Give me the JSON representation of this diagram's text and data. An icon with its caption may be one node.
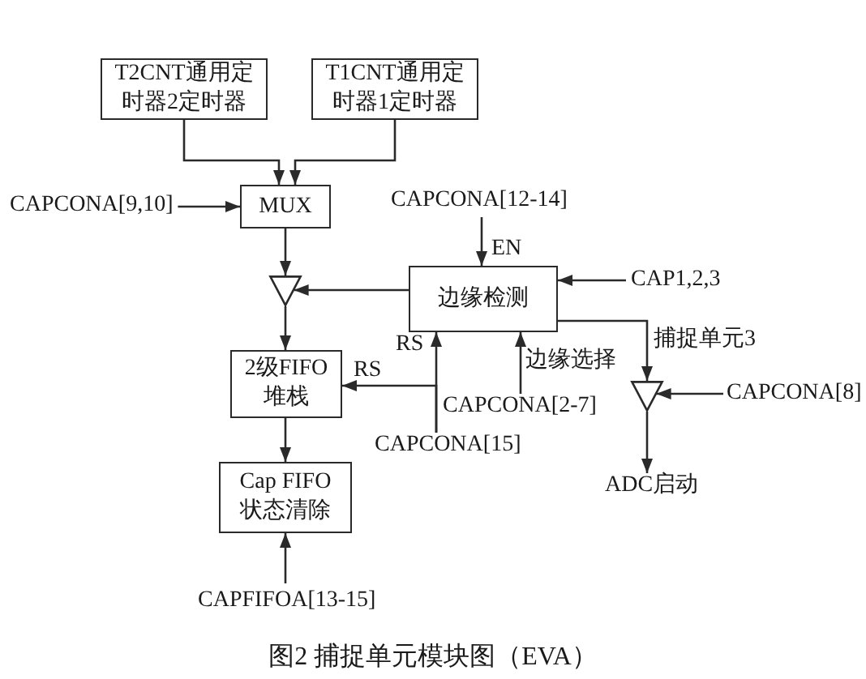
{
  "diagram": {
    "caption": "图2 捕捉单元模块图（EVA）",
    "nodes": [
      {
        "text": [
          "T2CNT通用定时器2定时器"
        ]
      },
      {
        "text": [
          "T1CNT通用定时器1定时器"
        ]
      },
      {
        "text": [
          "MUX"
        ]
      },
      {
        "text": [
          "CAPCONA[9,10]"
        ]
      },
      {
        "text": [
          "CAPCONA[12-14]"
        ]
      },
      {
        "text": [
          "CAP1,2,3"
        ]
      },
      {
        "text": [
          "边缘检测"
        ]
      },
      {
        "text": [],
        "shape": "triangle"
      },
      {
        "text": [
          "2级FIFO堆栈"
        ]
      },
      {
        "text": [],
        "shape": "triangle"
      },
      {
        "text": [
          "CAPCONA[8]"
        ]
      },
      {
        "text": [
          "CAPCONA[2-7]"
        ]
      },
      {
        "text": [
          "CAPCONA[15]"
        ]
      },
      {
        "text": [
          "ADC启动"
        ]
      },
      {
        "text": [
          "Cap FIFO状态清除"
        ]
      },
      {
        "text": [
          "CAPFIFOA[13-15]"
        ]
      }
    ],
    "edges": [
      {
        "from": 0,
        "to": 2,
        "arrow": "to"
      },
      {
        "from": 1,
        "to": 2,
        "arrow": "to"
      },
      {
        "from": 3,
        "to": 2,
        "arrow": "to"
      },
      {
        "from": 2,
        "to": 7,
        "arrow": "to"
      },
      {
        "from": 4,
        "to": 6,
        "arrow": "to",
        "label": "EN"
      },
      {
        "from": 5,
        "to": 6,
        "arrow": "to"
      },
      {
        "from": 6,
        "to": 7,
        "arrow": "to"
      },
      {
        "from": 7,
        "to": 8,
        "arrow": "to"
      },
      {
        "from": 6,
        "to": 9,
        "arrow": "to",
        "label": "捕捉单元3"
      },
      {
        "from": 10,
        "to": 9,
        "arrow": "to"
      },
      {
        "from": 9,
        "to": 13,
        "arrow": "to"
      },
      {
        "from": 12,
        "to": 6,
        "arrow": "to",
        "label": "RS"
      },
      {
        "from": 12,
        "to": 8,
        "arrow": "to",
        "label": "RS"
      },
      {
        "from": 11,
        "to": 6,
        "arrow": "to",
        "label": "边缘选择"
      },
      {
        "from": 8,
        "to": 14,
        "arrow": "to"
      },
      {
        "from": 15,
        "to": 14,
        "arrow": "to"
      }
    ]
  }
}
